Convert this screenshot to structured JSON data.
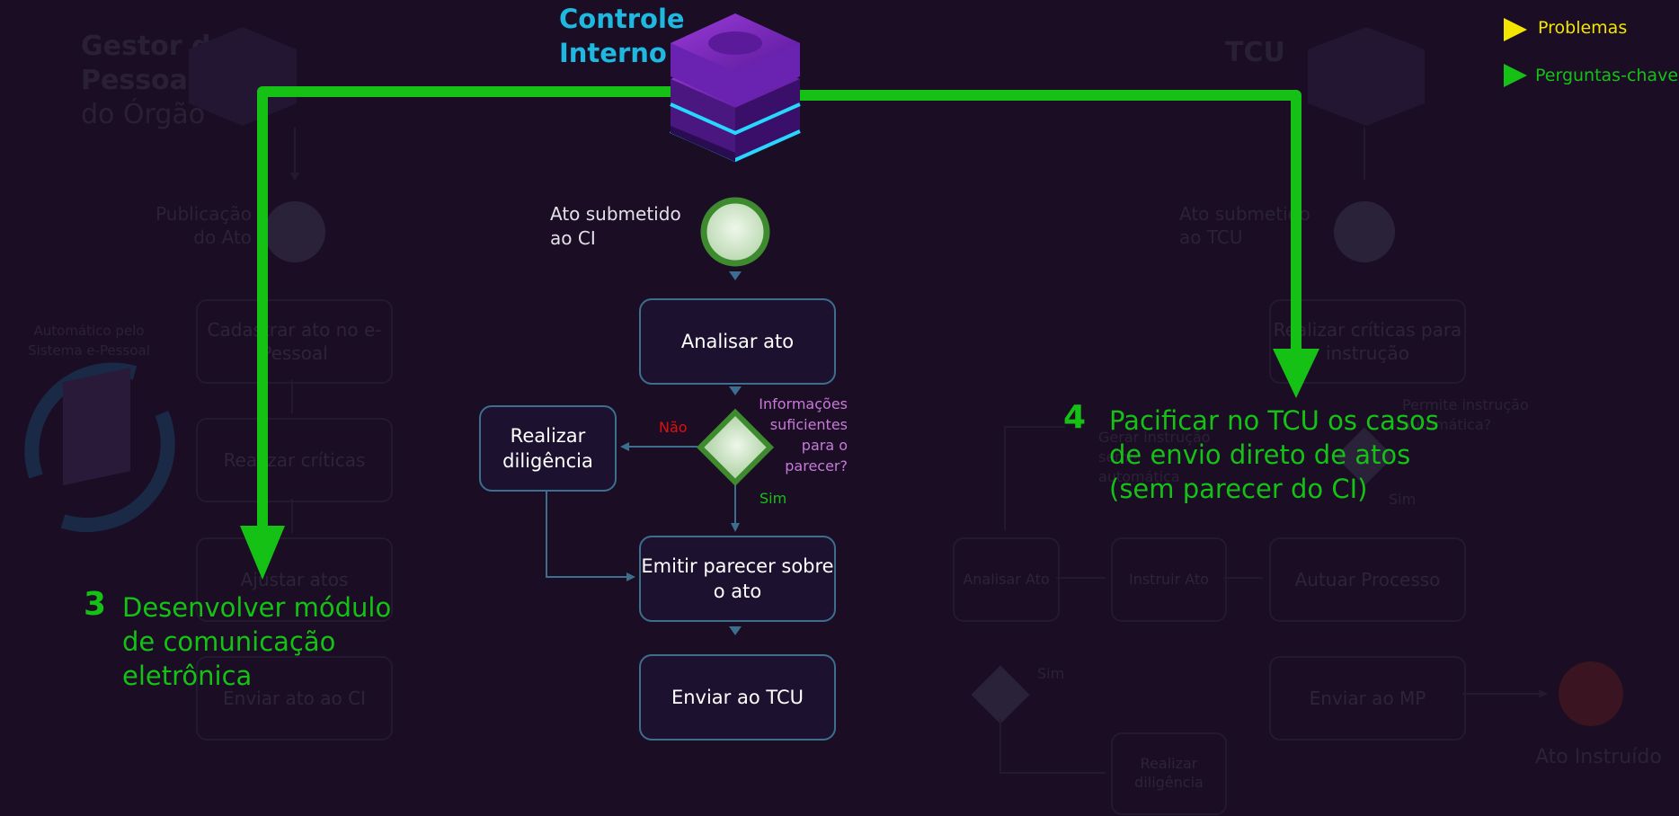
{
  "lanes": {
    "gestor": {
      "title_line1": "Gestor de",
      "title_line2": "Pessoal",
      "title_line3": "do Órgão",
      "start_label": "Publicação do Ato",
      "auto_label": "Automático pelo Sistema e-Pessoal",
      "steps": [
        "Cadastrar ato no e-Pessoal",
        "Realizar críticas",
        "Ajustar atos",
        "Enviar ato ao CI"
      ]
    },
    "ci": {
      "title_line1": "Controle",
      "title_line2": "Interno",
      "start_label": "Ato submetido ao CI",
      "analyze": "Analisar ato",
      "diligence": "Realizar diligência",
      "decision_question": "Informações suficientes para o parecer?",
      "no_label": "Não",
      "yes_label": "Sim",
      "opinion": "Emitir parecer sobre o ato",
      "send": "Enviar ao TCU"
    },
    "tcu": {
      "title": "TCU",
      "start_label": "Ato submetido ao TCU",
      "critique": "Realizar críticas para instrução",
      "question": "Permite instrução automática?",
      "gen_auto": "Gerar instrução semi-automática",
      "analyze": "Analisar Ato",
      "instruct": "Instruir Ato",
      "process": "Autuar Processo",
      "send_mp": "Enviar ao MP",
      "diligence": "Realizar diligência",
      "end_label": "Ato Instruído",
      "yes1": "Sim",
      "yes2": "Sim"
    }
  },
  "callouts": [
    {
      "number": "3",
      "text": "Desenvolver módulo de comunicação eletrônica"
    },
    {
      "number": "4",
      "text": "Pacificar no TCU os casos de envio direto de atos (sem parecer do CI)"
    }
  ],
  "legend": [
    {
      "label": "Problemas",
      "color": "#f2e600"
    },
    {
      "label": "Perguntas-chave",
      "color": "#16c116"
    }
  ],
  "colors": {
    "accent_green": "#16c116",
    "ci_title": "#1fb8e0",
    "node_border": "#3d6e8e",
    "no_red": "#e01010",
    "question_purple": "#c77ad8",
    "background": "#1a0d24"
  }
}
